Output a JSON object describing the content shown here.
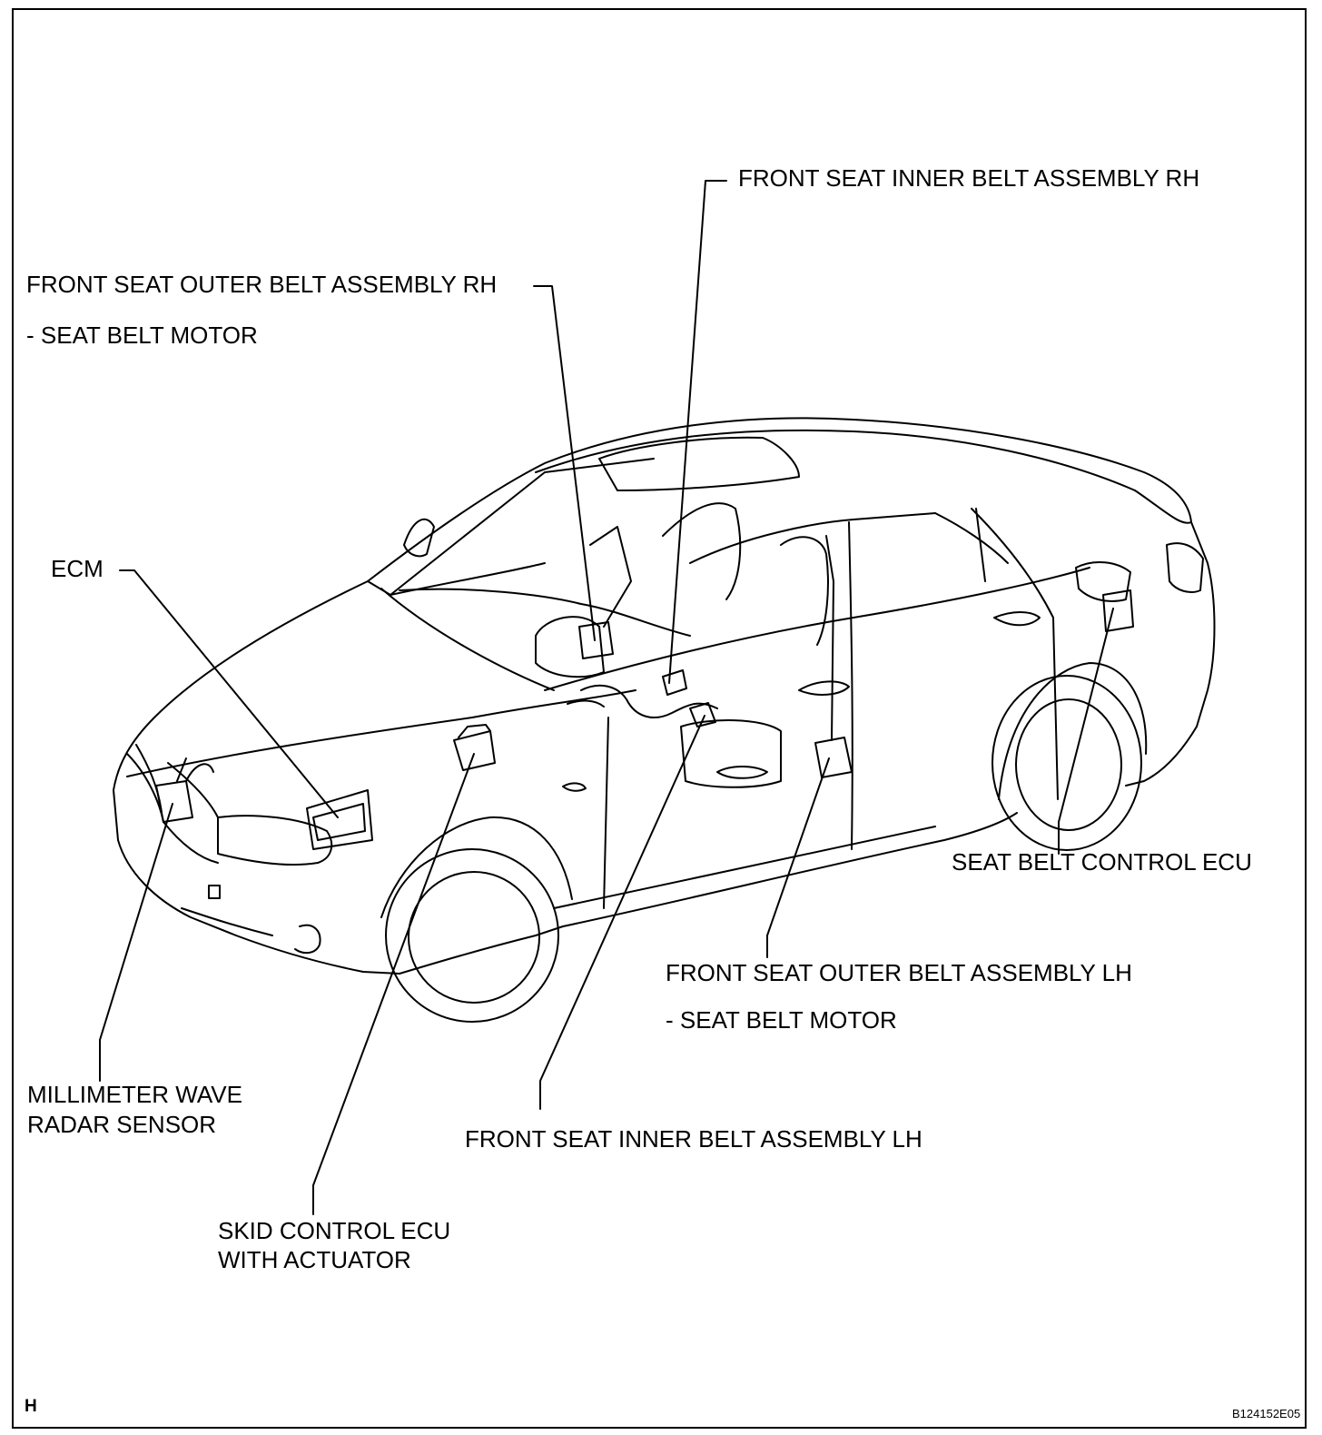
{
  "labels": {
    "inner_rh": "FRONT SEAT INNER BELT ASSEMBLY RH",
    "outer_rh": "FRONT SEAT OUTER BELT ASSEMBLY RH",
    "outer_rh_sub": "- SEAT BELT MOTOR",
    "ecm": "ECM",
    "seat_belt_ecu": "SEAT BELT CONTROL ECU",
    "outer_lh": "FRONT SEAT OUTER BELT ASSEMBLY LH",
    "outer_lh_sub": "- SEAT BELT MOTOR",
    "radar_line1": "MILLIMETER WAVE",
    "radar_line2": "RADAR SENSOR",
    "inner_lh": "FRONT SEAT INNER BELT ASSEMBLY LH",
    "skid_line1": "SKID CONTROL ECU",
    "skid_line2": "WITH ACTUATOR"
  },
  "corner_letter": "H",
  "figure_code": "B124152E05"
}
